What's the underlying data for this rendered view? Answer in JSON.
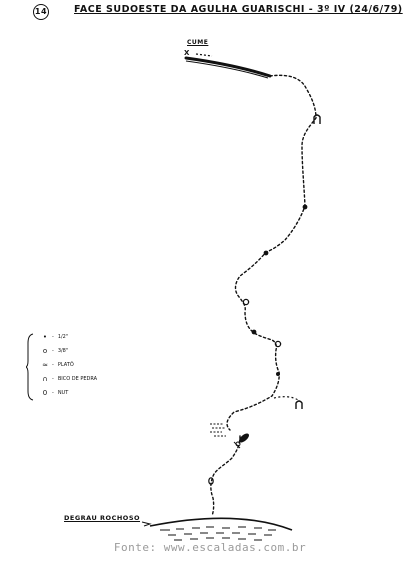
{
  "header": {
    "route_number": "14",
    "title": "FACE SUDOESTE DA AGULHA GUARISCHI - 3º IV (24/6/79)"
  },
  "labels": {
    "summit": "CUME",
    "summit_marker": "X",
    "base": "DEGRAU ROCHOSO"
  },
  "legend": [
    {
      "symbol": "•",
      "label": "1/2\"",
      "icon": "filled-dot-icon"
    },
    {
      "symbol": "o",
      "label": "3/8\"",
      "icon": "open-ring-icon"
    },
    {
      "symbol": "≈",
      "label": "PLATÔ",
      "icon": "ledge-icon"
    },
    {
      "symbol": "∩",
      "label": "BICO DE PEDRA",
      "icon": "rock-horn-icon"
    },
    {
      "symbol": "0",
      "label": "NUT",
      "icon": "nut-icon"
    }
  ],
  "footer": {
    "source": "Fonte: www.escaladas.com.br"
  }
}
